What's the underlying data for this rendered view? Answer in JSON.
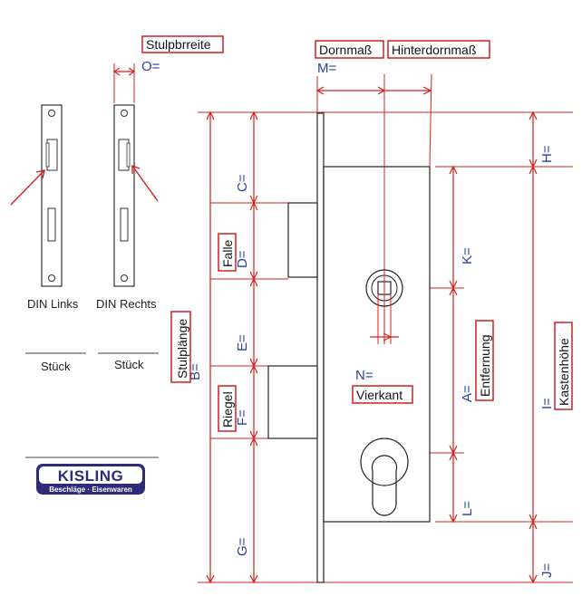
{
  "labels": {
    "stulpbreite": "Stulpbrreite",
    "dornmass": "Dornmaß",
    "hinterdornmass": "Hinterdornmaß",
    "stulplaenge": "Stulplänge",
    "falle": "Falle",
    "riegel": "Riegel",
    "vierkant": "Vierkant",
    "entfernung": "Entfernung",
    "kastenhoehe": "Kastenhöhe"
  },
  "dimensions": {
    "o": "O=",
    "m": "M=",
    "b": "B=",
    "c": "C=",
    "d": "D=",
    "e": "E=",
    "f": "F=",
    "g": "G=",
    "h": "H=",
    "k": "K=",
    "a": "A=",
    "l": "L=",
    "i": "I=",
    "j": "J=",
    "n": "N="
  },
  "options": {
    "din_links": "DIN Links",
    "din_rechts": "DIN Rechts",
    "stueck_left": "Stück",
    "stueck_right": "Stück"
  },
  "logo": {
    "name": "KISLING",
    "tagline": "Beschläge · Eisenwaren"
  },
  "colors": {
    "dimension_lines": "#d0201c",
    "dimension_text": "#2a3f9a",
    "label_border": "#cc1111",
    "logo_bg": "#2e2c7a"
  }
}
